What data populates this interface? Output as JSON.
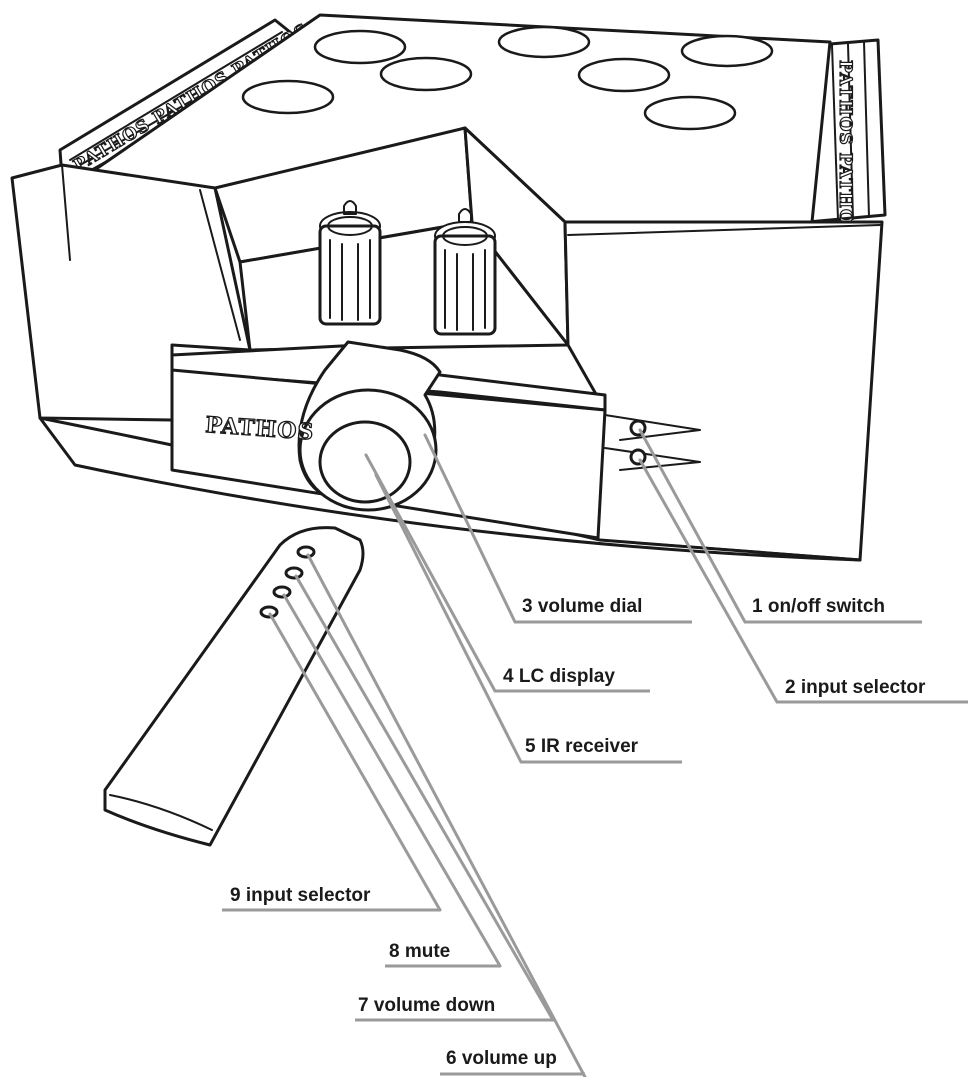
{
  "device": {
    "brand_logo": "PATHOS"
  },
  "callouts": [
    {
      "id": 1,
      "text": "1 on/off switch"
    },
    {
      "id": 2,
      "text": "2 input selector"
    },
    {
      "id": 3,
      "text": "3 volume dial"
    },
    {
      "id": 4,
      "text": "4 LC display"
    },
    {
      "id": 5,
      "text": "5 IR receiver"
    },
    {
      "id": 6,
      "text": "6 volume up"
    },
    {
      "id": 7,
      "text": "7 volume down"
    },
    {
      "id": 8,
      "text": "8 mute"
    },
    {
      "id": 9,
      "text": "9 input selector"
    }
  ],
  "colors": {
    "outline": "#1a1a1a",
    "leader": "#9a9a9a",
    "background": "#ffffff"
  }
}
